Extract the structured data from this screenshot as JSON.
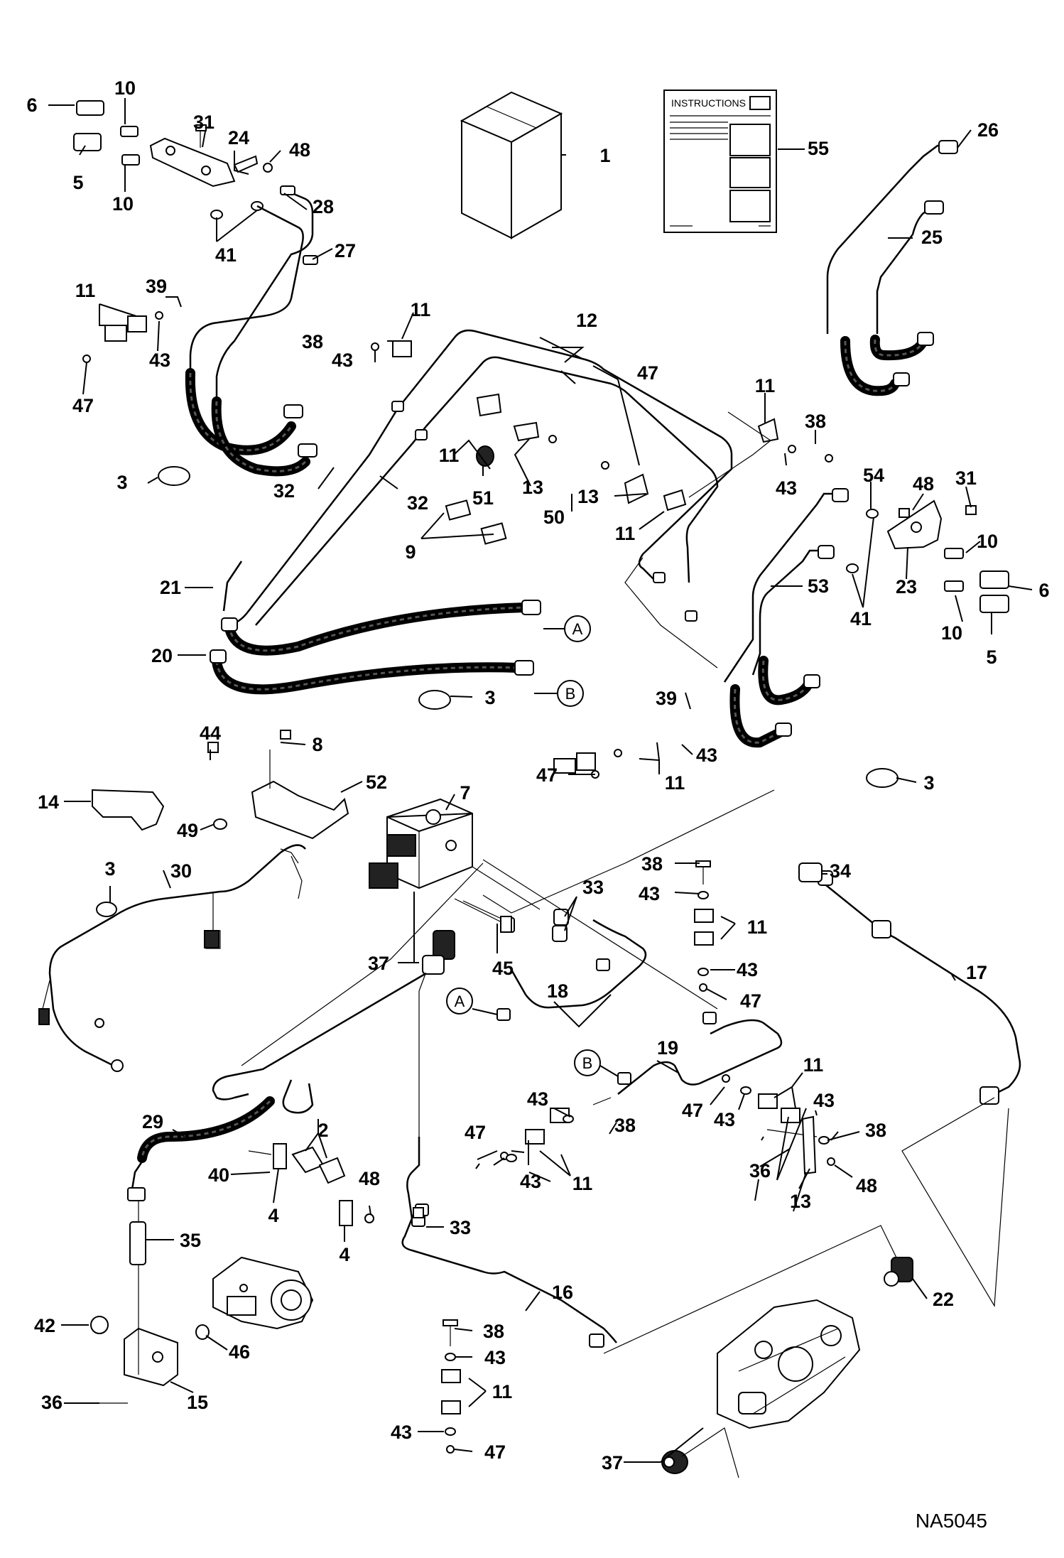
{
  "drawing_id": "NA5045",
  "instructions_card": {
    "heading": "INSTRUCTIONS"
  },
  "connection_tags": [
    "A",
    "B",
    "A",
    "B"
  ],
  "callouts": [
    "6",
    "10",
    "31",
    "24",
    "48",
    "5",
    "10",
    "28",
    "41",
    "27",
    "1",
    "55",
    "26",
    "25",
    "11",
    "39",
    "43",
    "47",
    "38",
    "11",
    "43",
    "12",
    "47",
    "3",
    "32",
    "32",
    "11",
    "51",
    "13",
    "50",
    "13",
    "11",
    "9",
    "11",
    "38",
    "43",
    "54",
    "48",
    "31",
    "10",
    "23",
    "6",
    "53",
    "41",
    "10",
    "5",
    "21",
    "20",
    "3",
    "39",
    "43",
    "47",
    "11",
    "3",
    "44",
    "8",
    "14",
    "52",
    "7",
    "49",
    "3",
    "30",
    "33",
    "34",
    "38",
    "43",
    "11",
    "43",
    "47",
    "37",
    "45",
    "18",
    "17",
    "19",
    "11",
    "43",
    "38",
    "47",
    "43",
    "43",
    "38",
    "47",
    "43",
    "11",
    "36",
    "13",
    "48",
    "29",
    "2",
    "40",
    "48",
    "4",
    "4",
    "33",
    "35",
    "16",
    "22",
    "42",
    "46",
    "15",
    "36",
    "38",
    "43",
    "11",
    "43",
    "47",
    "37"
  ]
}
